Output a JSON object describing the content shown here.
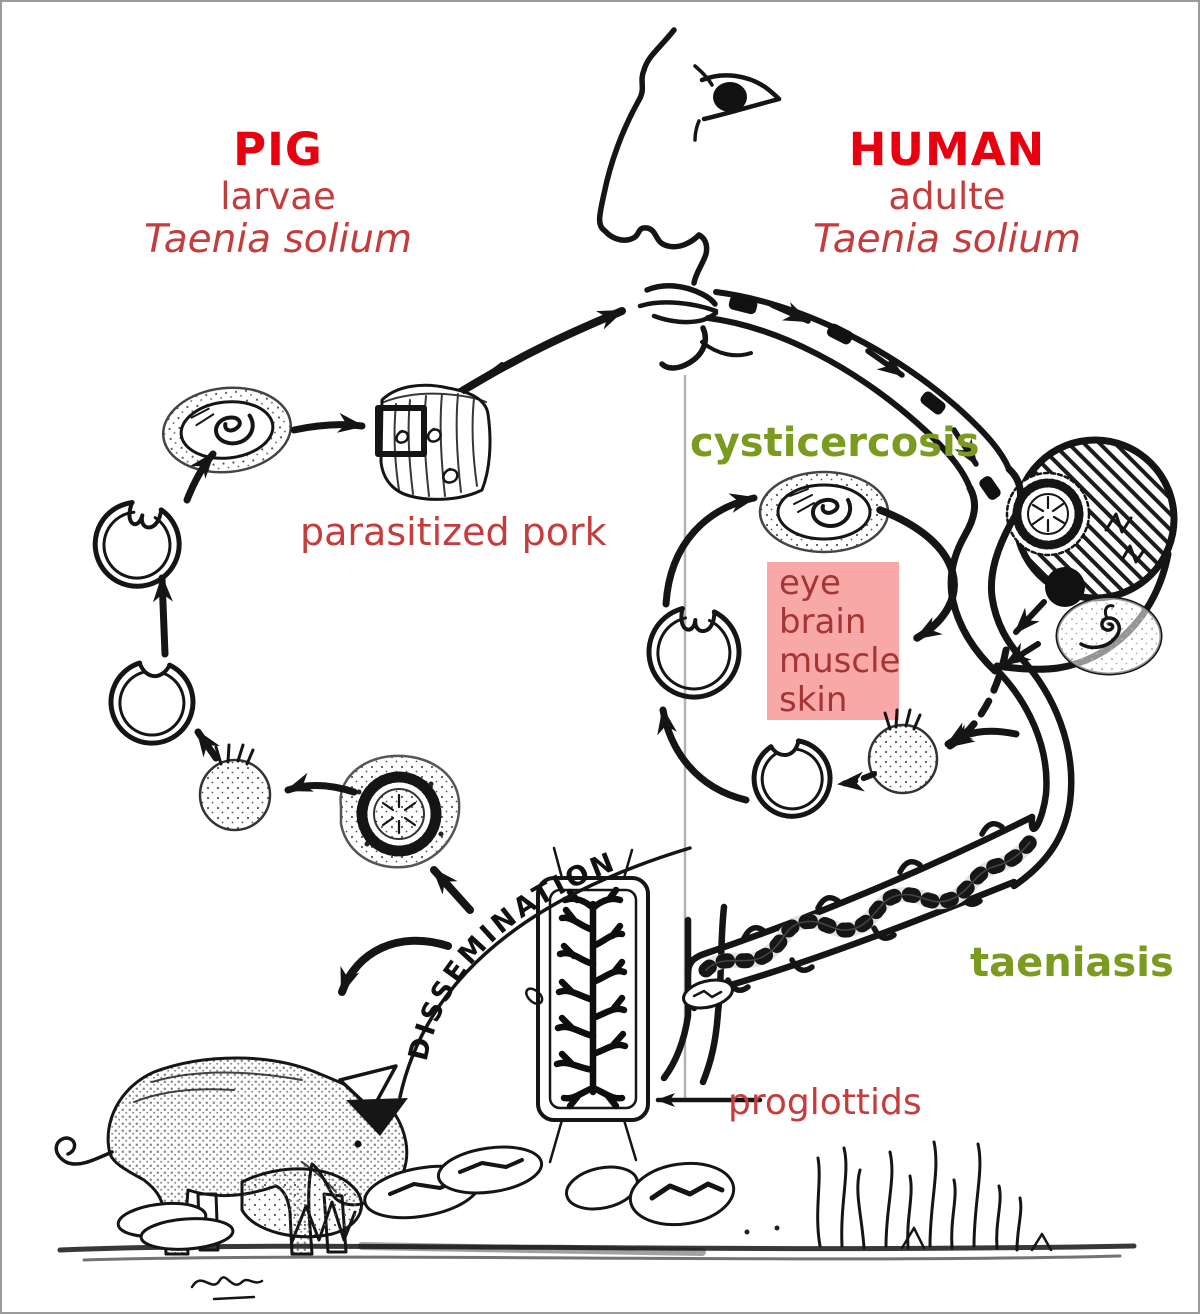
{
  "title_blocks": {
    "pig": {
      "title": "PIG",
      "stage": "larvae",
      "species": "Taenia solium"
    },
    "human": {
      "title": "HUMAN",
      "stage": "adulte",
      "species": "Taenia solium"
    }
  },
  "labels": {
    "cysticercosis": "cysticercosis",
    "taeniasis": "taeniasis",
    "parasitized_pork": "parasitized pork",
    "proglottids": "proglottids",
    "dissemination": "DISSEMINATION"
  },
  "tissue_box": {
    "lines": [
      "eye",
      "brain",
      "muscle",
      "skin"
    ]
  },
  "colors": {
    "title_red": "#e8000f",
    "label_red": "#c43c3c",
    "disease_olive": "#7a9a20",
    "tissue_box_bg": "#f9a8a8",
    "tissue_box_text": "#a53535",
    "ink_black": "#151515",
    "background": "#ffffff",
    "frame_gray": "#9a9a9a"
  }
}
